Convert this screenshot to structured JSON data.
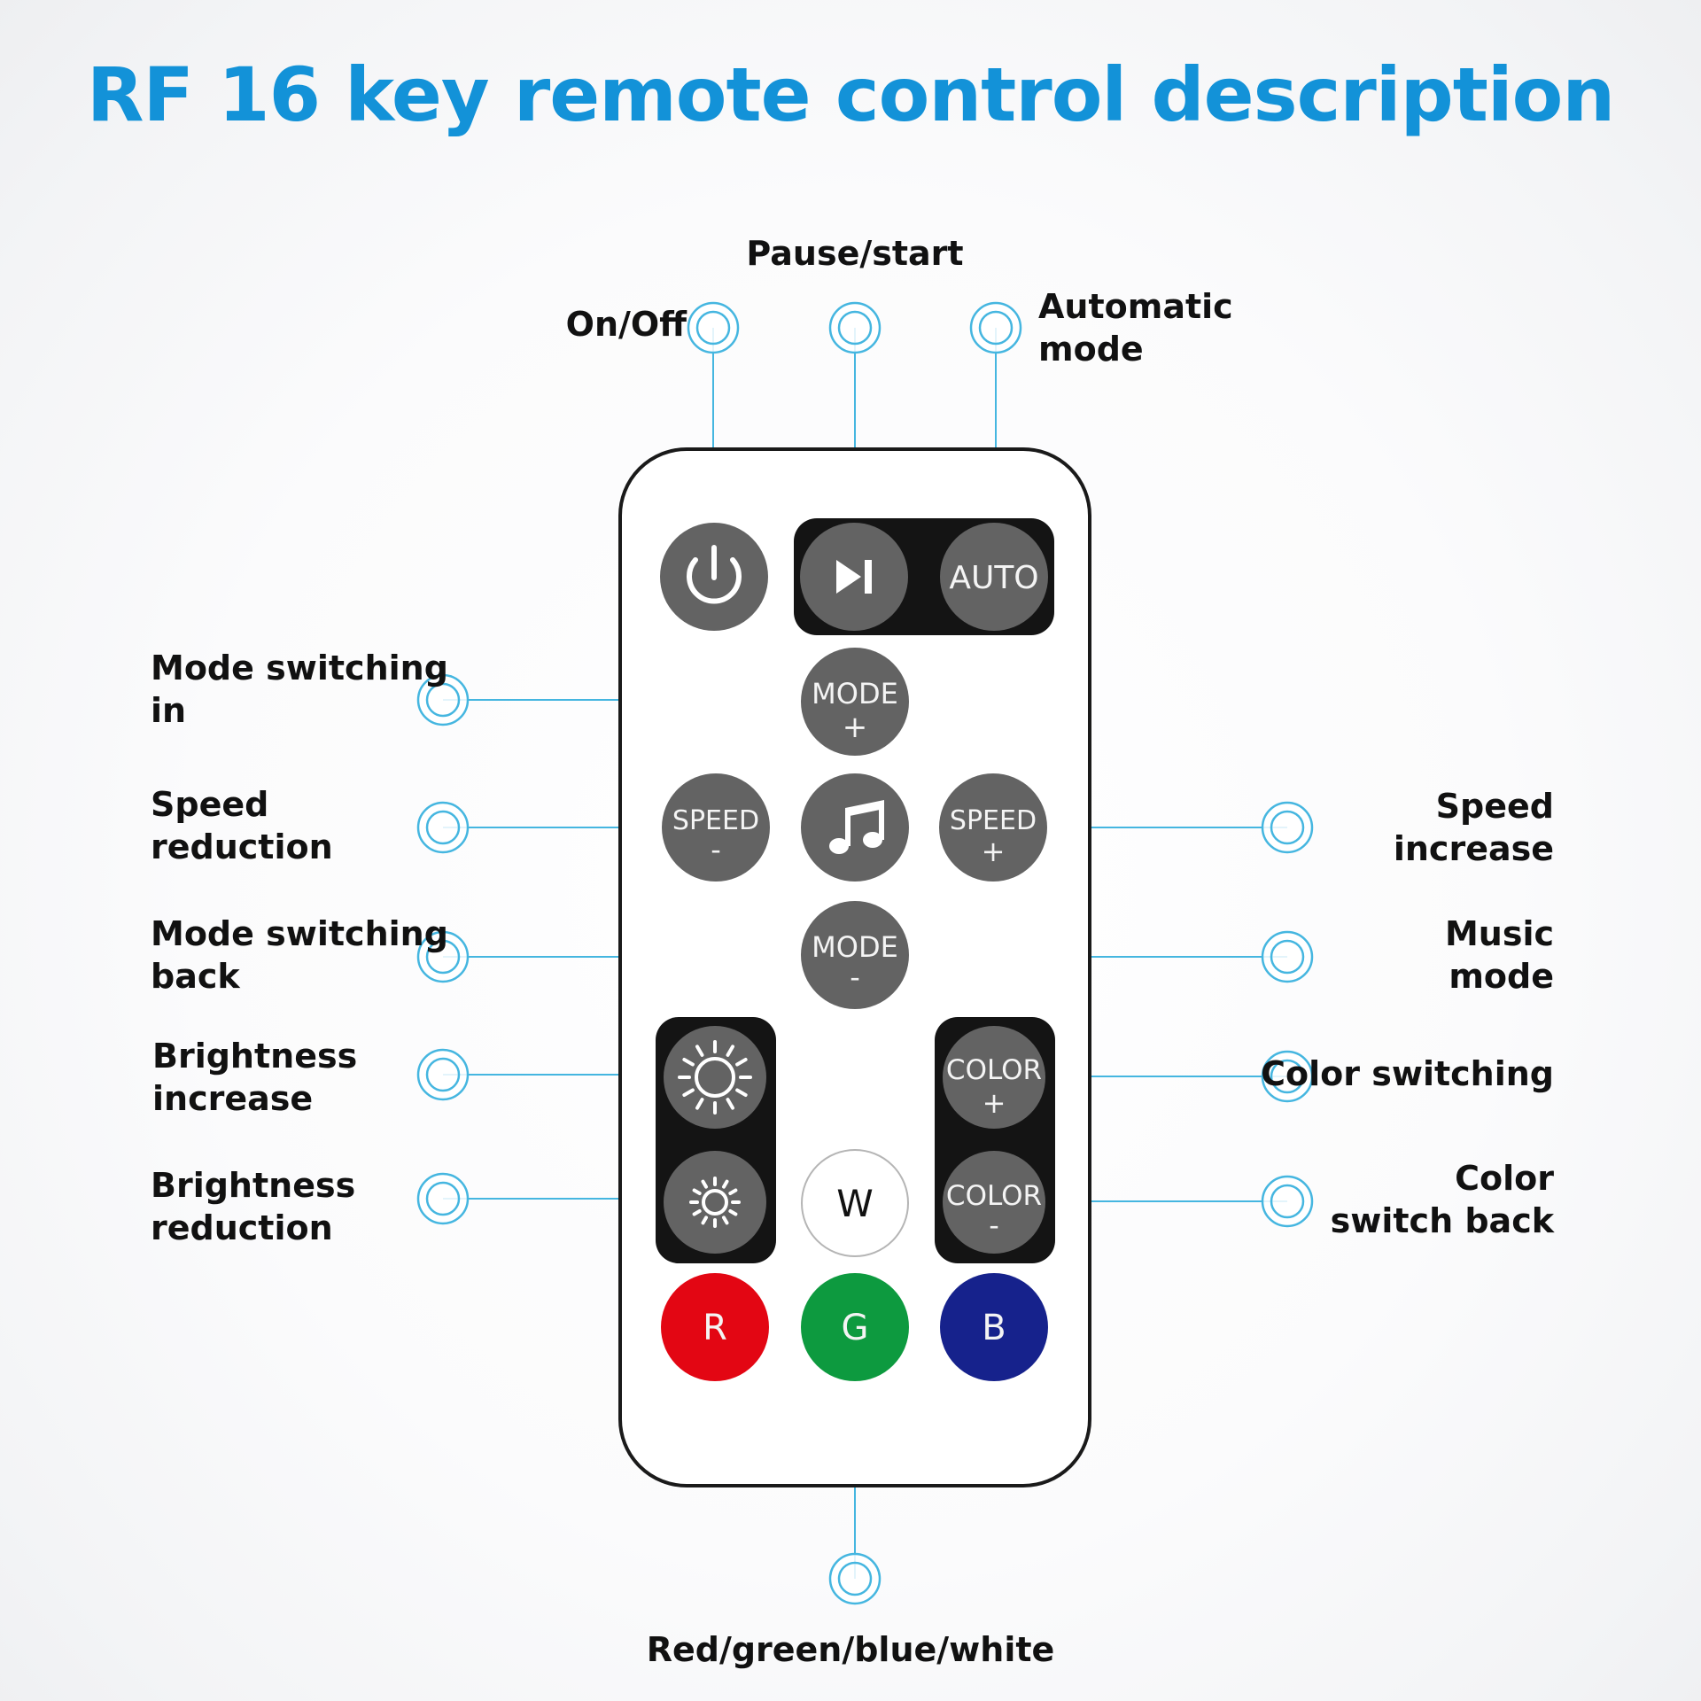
{
  "title": "RF 16 key remote control description",
  "colors": {
    "title": "#1392d8",
    "leader": "#45b6e0",
    "button_gray": "#636363",
    "button_group_black": "#141414",
    "remote_body": "#ffffff",
    "remote_outline": "#1a1a1a",
    "red": "#e30613",
    "green": "#0d9a3f",
    "blue": "#16228c",
    "white": "#ffffff"
  },
  "labels": {
    "on_off": "On/Off",
    "pause_start": "Pause/start",
    "automatic_mode": "Automatic\nmode",
    "mode_switching_in": "Mode switching\nin",
    "speed_reduction": "Speed\nreduction",
    "mode_switching_back": "Mode switching\nback",
    "brightness_increase": "Brightness\nincrease",
    "brightness_reduction": "Brightness\nreduction",
    "speed_increase": "Speed\nincrease",
    "music_mode": "Music\nmode",
    "color_switching": "Color switching",
    "color_switch_back": "Color\nswitch back",
    "rgbw": "Red/green/blue/white"
  },
  "buttons": {
    "auto": "AUTO",
    "mode": "MODE",
    "speed": "SPEED",
    "color": "COLOR",
    "plus": "+",
    "minus": "-",
    "w": "W",
    "r": "R",
    "g": "G",
    "b": "B"
  },
  "icons": [
    "power-icon",
    "play-pause-icon",
    "music-note-icon",
    "sun-large-icon",
    "sun-small-icon",
    "target-marker-icon"
  ]
}
